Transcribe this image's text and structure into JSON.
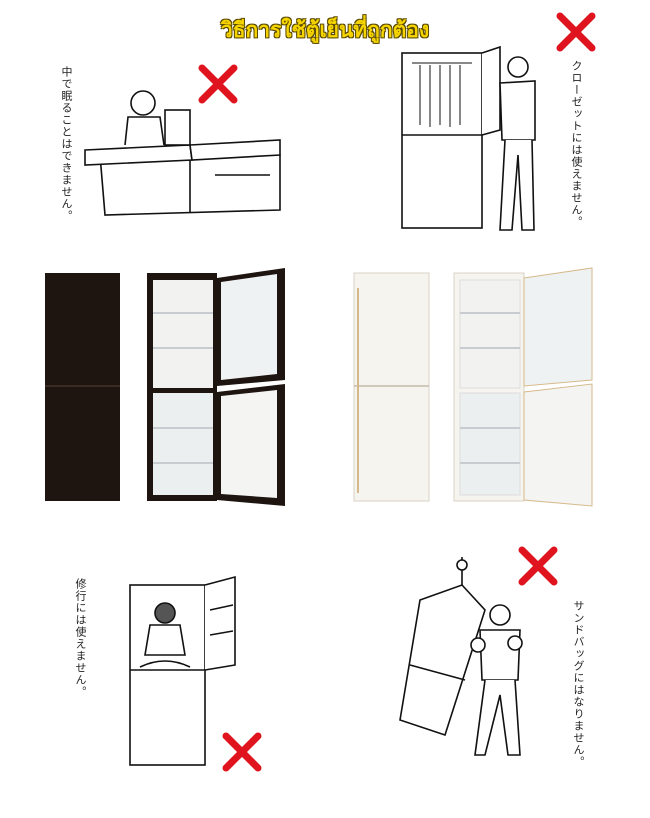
{
  "title": "วิธีการใช้ตู้เย็นที่ถูกต้อง",
  "panels": [
    {
      "caption": "中で眠ることはできません。",
      "mark": "x-mark"
    },
    {
      "caption": "クローゼットには使えません。",
      "mark": "x-mark"
    },
    {
      "caption": "修行には使えません。",
      "mark": "x-mark"
    },
    {
      "caption": "サンドバッグにはなりません。",
      "mark": "x-mark"
    }
  ],
  "colors": {
    "title": "#f5d400",
    "x_mark": "#e0141e",
    "fridge_dark": "#1e1410",
    "fridge_white": "#f6f4ef"
  }
}
